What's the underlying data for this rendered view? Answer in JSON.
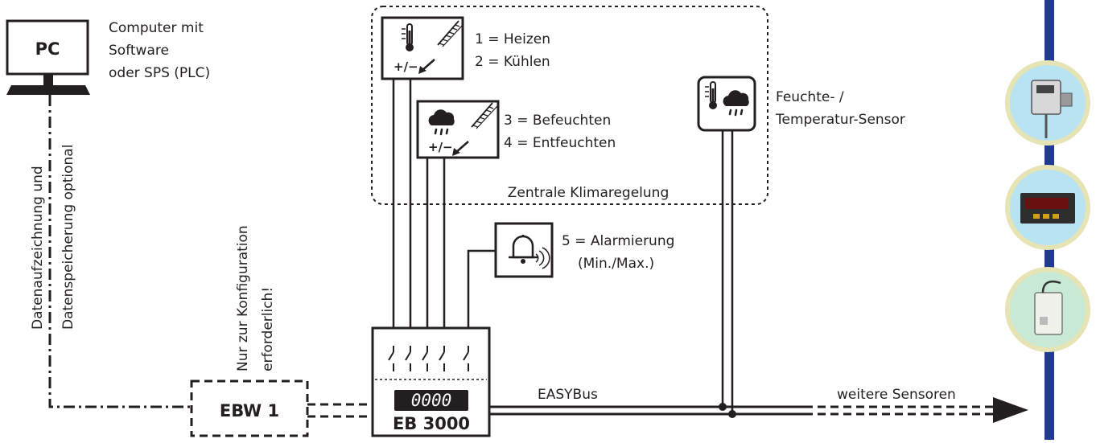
{
  "pc": {
    "title": "PC",
    "caption": [
      "Computer mit",
      "Software",
      "oder SPS (PLC)"
    ]
  },
  "datalog": [
    "Datenaufzeichnung und",
    "Datenspeicherung optional"
  ],
  "config_note": [
    "Nur zur Konfiguration",
    "erforderlich!"
  ],
  "ebw": {
    "label": "EBW 1"
  },
  "eb3000": {
    "label": "EB 3000",
    "display": "0000"
  },
  "easybus": {
    "label": "EASYBus"
  },
  "further": {
    "label": "weitere Sensoren"
  },
  "heating": {
    "sign": "+/−",
    "lines": [
      "1 = Heizen",
      "2 = Kühlen"
    ]
  },
  "humid": {
    "sign": "+/−",
    "lines": [
      "3 = Befeuchten",
      "4 = Entfeuchten"
    ]
  },
  "climate": {
    "label": "Zentrale Klimaregelung"
  },
  "sensor": {
    "lines": [
      "Feuchte- /",
      "Temperatur-Sensor"
    ]
  },
  "alarm": {
    "lines": [
      "5 = Alarmierung",
      "(Min./Max.)"
    ]
  },
  "colors": {
    "ink": "#231f20",
    "bus_blue": "#1f3a93",
    "circle_fill": "#b7e3f2",
    "circle_fill_green": "#c8e9d6",
    "circle_ring": "#e6e3b5"
  },
  "icons": [
    "monitor-icon",
    "thermometer-icon",
    "rain-cloud-icon",
    "radiator-icon",
    "bell-icon",
    "arrow-right-icon",
    "relay-switch-icon"
  ]
}
